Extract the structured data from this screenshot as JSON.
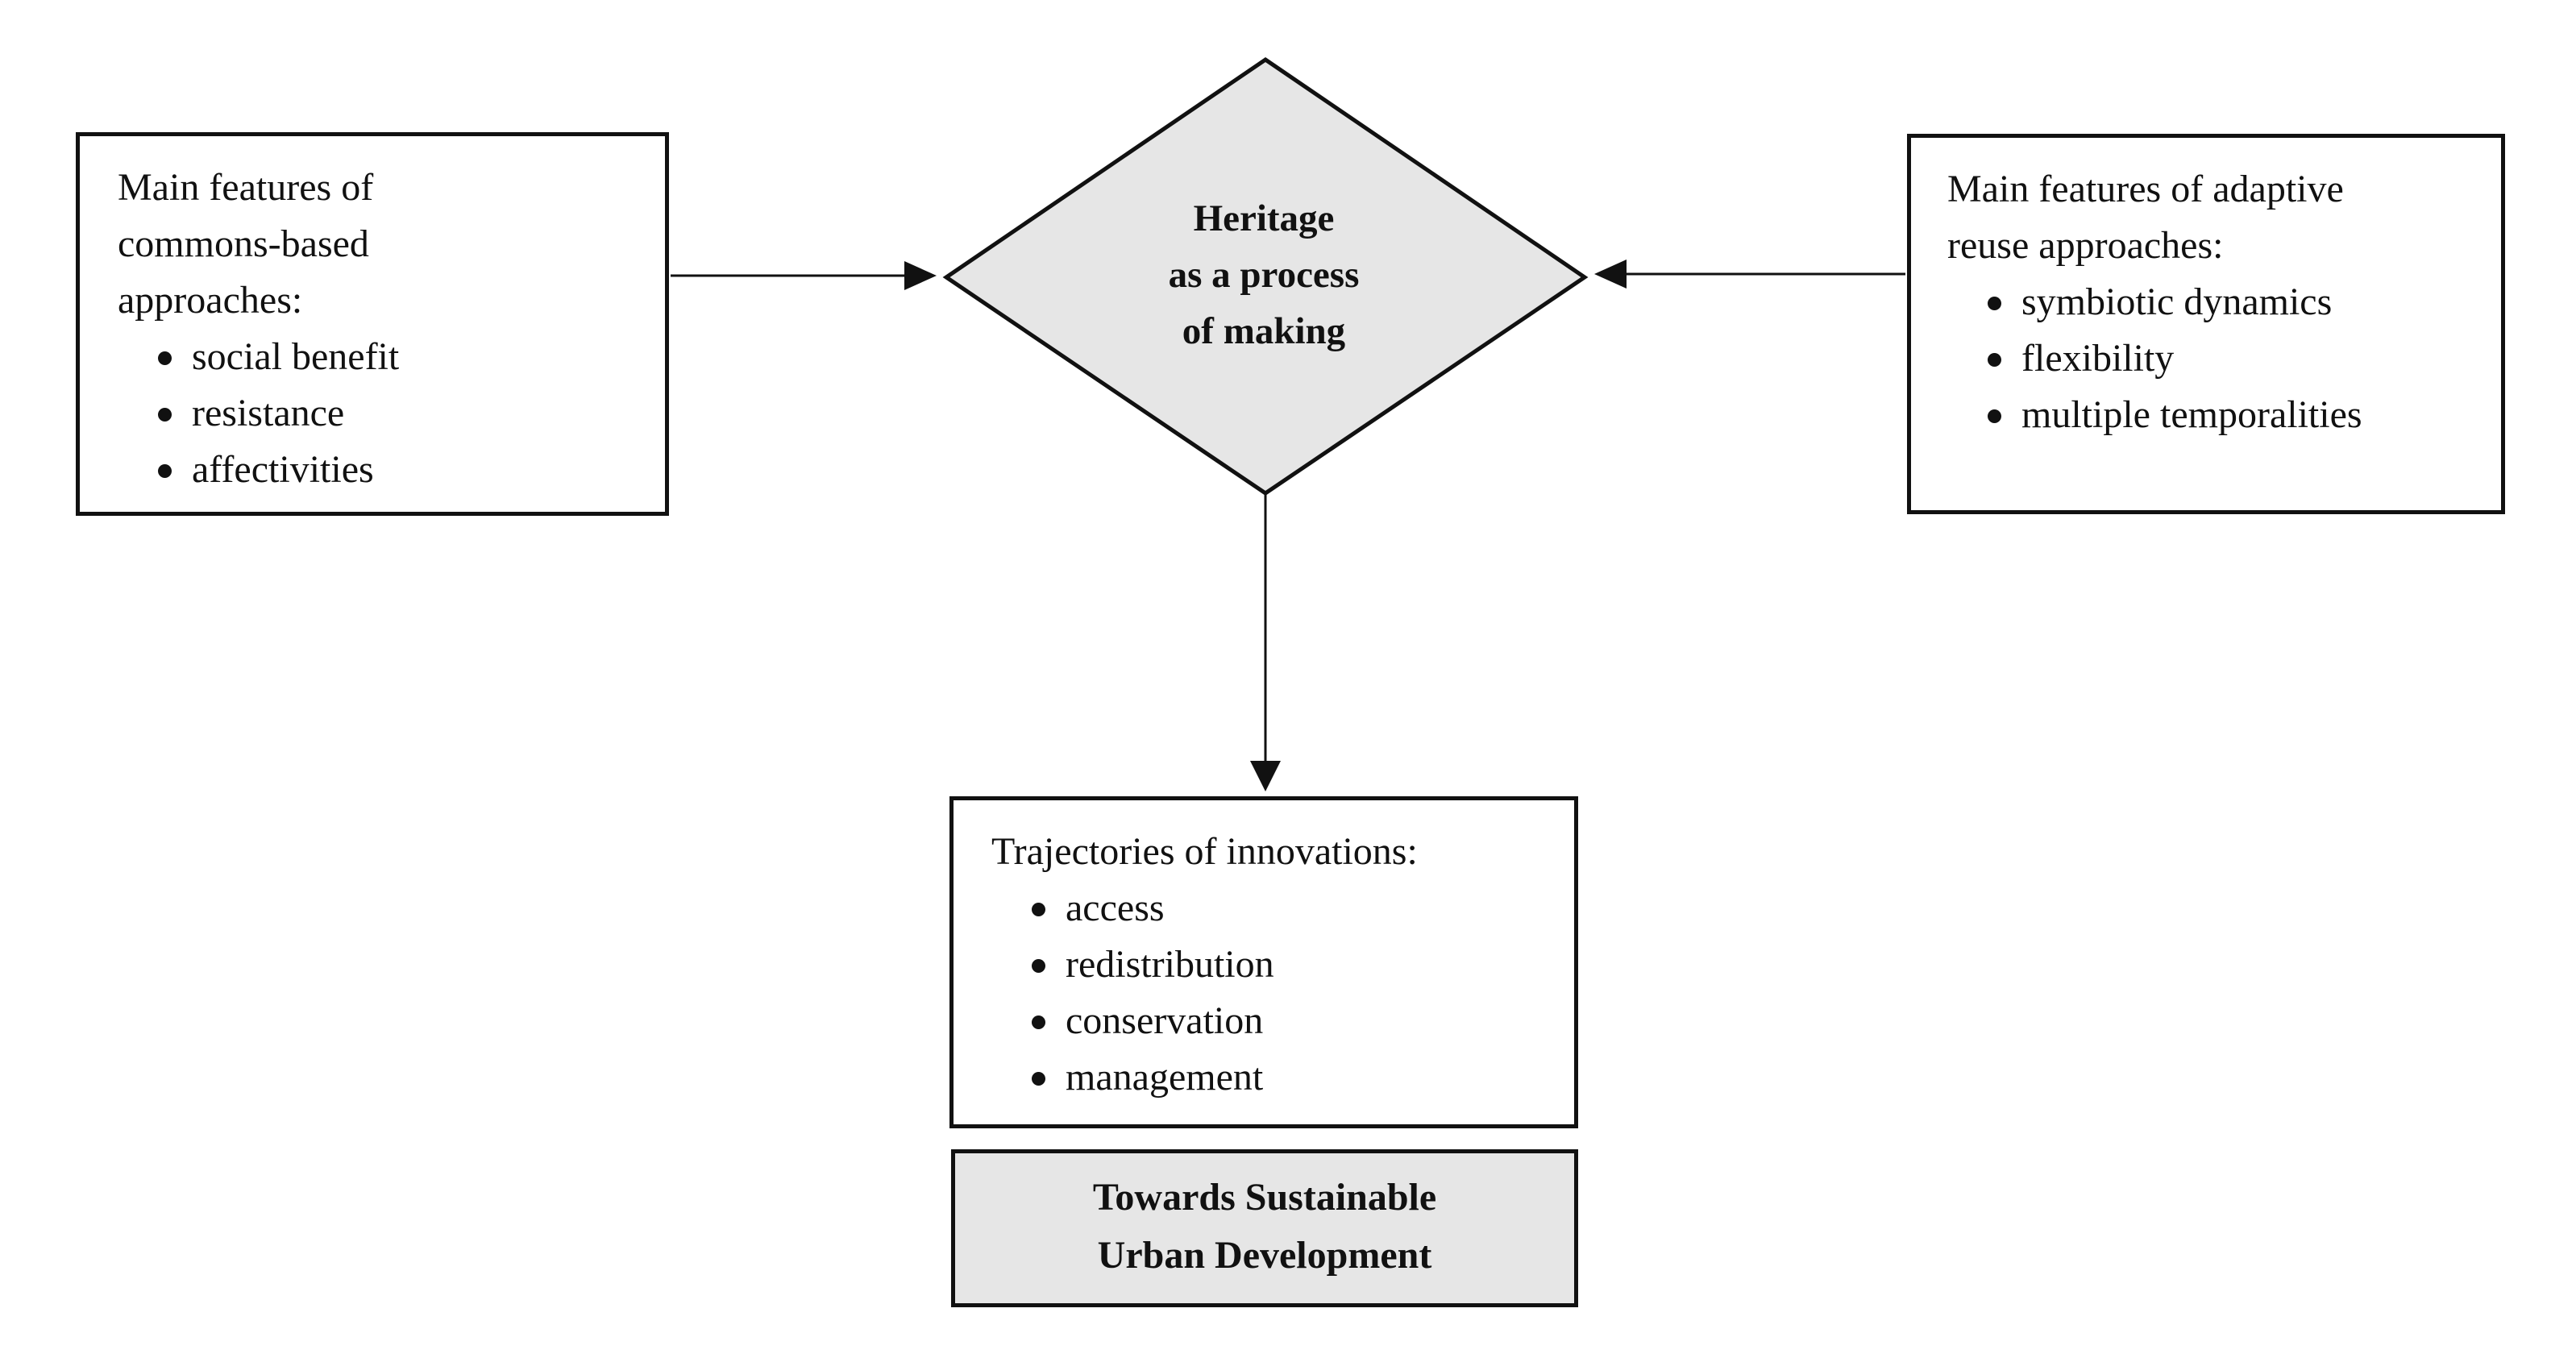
{
  "center": {
    "lines": [
      "Heritage",
      "as a process",
      "of making"
    ],
    "fill_color": "#e6e6e6"
  },
  "left_box": {
    "heading_lines": [
      "Main features of",
      "commons-based",
      "approaches:"
    ],
    "items": [
      "social benefit",
      "resistance",
      "affectivities"
    ]
  },
  "right_box": {
    "heading_lines": [
      "Main features of adaptive",
      "reuse approaches:"
    ],
    "items": [
      "symbiotic dynamics",
      "flexibility",
      "multiple temporalities"
    ]
  },
  "bottom_box": {
    "heading": "Trajectories of innovations:",
    "items": [
      "access",
      "redistribution",
      "conservation",
      "management"
    ]
  },
  "outcome": {
    "lines": [
      "Towards Sustainable",
      "Urban Development"
    ],
    "fill_color": "#e6e6e6"
  }
}
